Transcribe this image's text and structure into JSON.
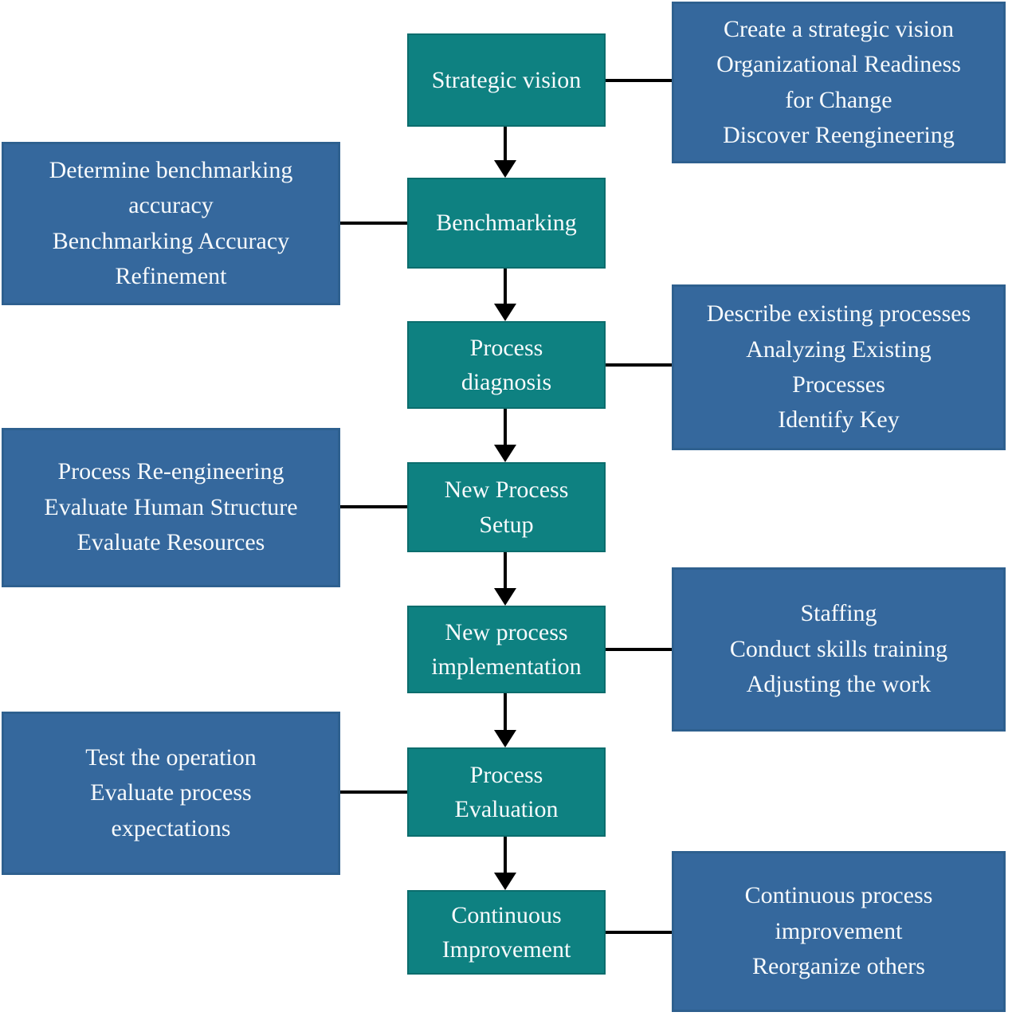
{
  "diagram": {
    "type": "flowchart",
    "topic": "Business process reengineering phases",
    "colors": {
      "stage_fill": "#0e8181",
      "stage_border": "#0b6d6d",
      "detail_fill": "#35689d",
      "detail_border": "#2e608f",
      "connector": "#000000",
      "text": "#ffffff",
      "background": "#ffffff"
    },
    "stages": [
      {
        "label": "Strategic vision",
        "detail_side": "right"
      },
      {
        "label": "Benchmarking",
        "detail_side": "left"
      },
      {
        "label": "Process\ndiagnosis",
        "detail_side": "right"
      },
      {
        "label": "New Process\nSetup",
        "detail_side": "left"
      },
      {
        "label": "New process\nimplementation",
        "detail_side": "right"
      },
      {
        "label": "Process\nEvaluation",
        "detail_side": "left"
      },
      {
        "label": "Continuous\nImprovement",
        "detail_side": "right"
      }
    ],
    "details": [
      {
        "side": "right",
        "for_stage": "Strategic vision",
        "text": "Create a strategic vision\nOrganizational Readiness\nfor Change\nDiscover Reengineering"
      },
      {
        "side": "left",
        "for_stage": "Benchmarking",
        "text": "Determine benchmarking\naccuracy\nBenchmarking Accuracy\nRefinement"
      },
      {
        "side": "right",
        "for_stage": "Process diagnosis",
        "text": "Describe existing processes\nAnalyzing Existing\nProcesses\nIdentify Key"
      },
      {
        "side": "left",
        "for_stage": "New Process Setup",
        "text": "Process Re-engineering\nEvaluate Human Structure\nEvaluate Resources"
      },
      {
        "side": "right",
        "for_stage": "New process implementation",
        "text": "Staffing\nConduct skills training\nAdjusting the work"
      },
      {
        "side": "left",
        "for_stage": "Process Evaluation",
        "text": "Test the operation\nEvaluate process\nexpectations"
      },
      {
        "side": "right",
        "for_stage": "Continuous Improvement",
        "text": "Continuous process\nimprovement\nReorganize others"
      }
    ]
  }
}
